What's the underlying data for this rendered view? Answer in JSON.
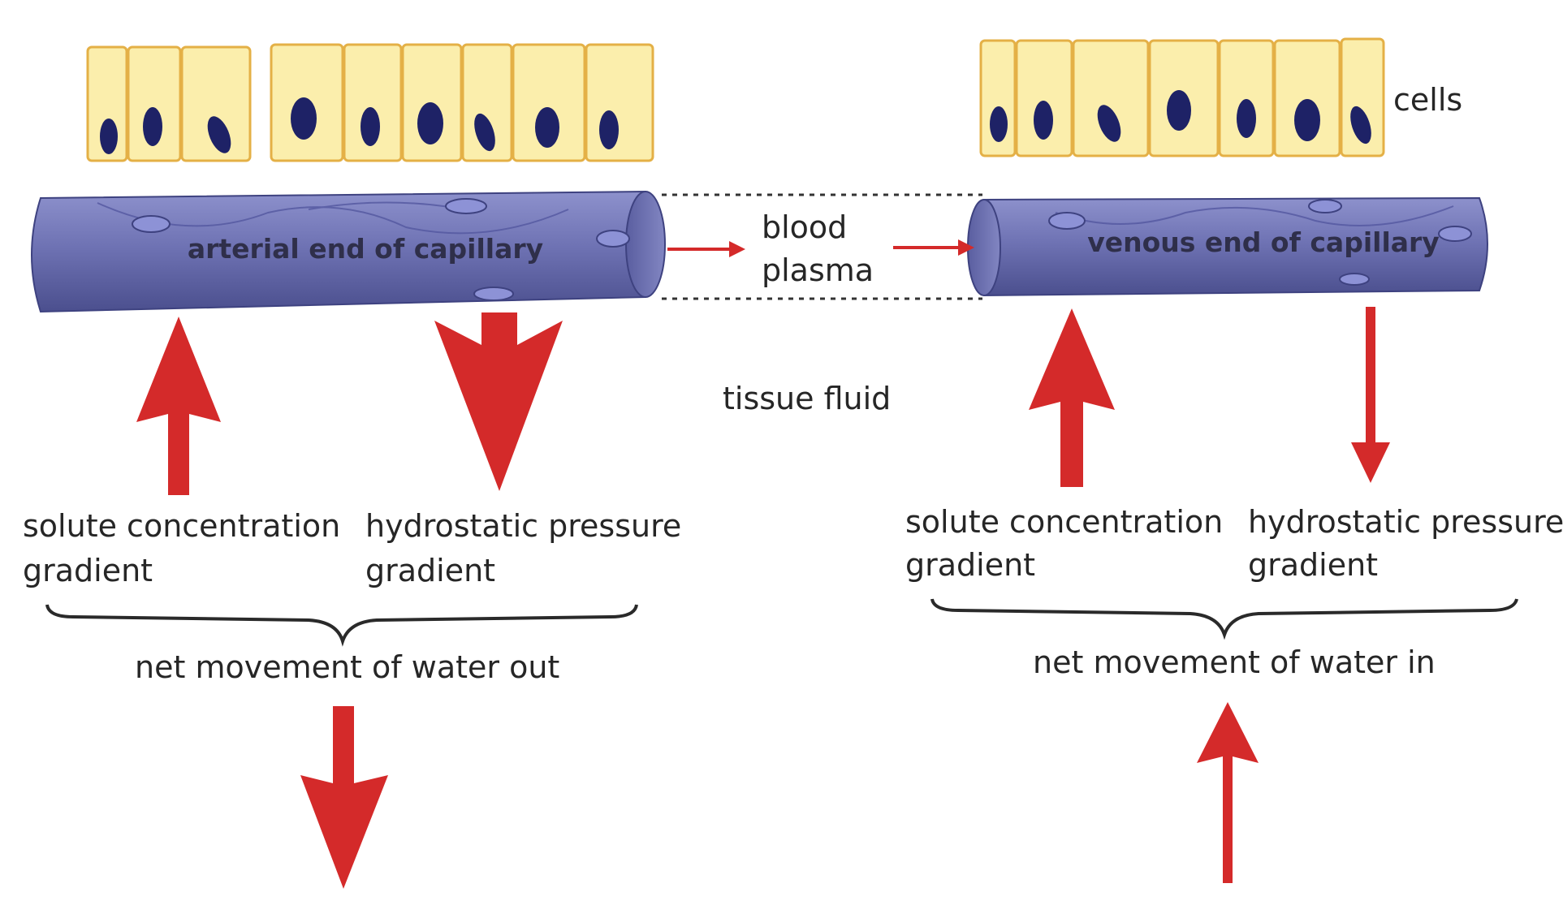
{
  "labels": {
    "cells": "cells",
    "arterial_end": "arterial end of capillary",
    "venous_end": "venous end of capillary",
    "blood": "blood",
    "plasma": "plasma",
    "tissue_fluid": "tissue fluid",
    "left_solute_line1": "solute concentration",
    "left_solute_line2": "gradient",
    "left_hydro_line1": "hydrostatic pressure",
    "left_hydro_line2": "gradient",
    "left_net": "net movement of water out",
    "right_solute_line1": "solute concentration",
    "right_solute_line2": "gradient",
    "right_hydro_line1": "hydrostatic pressure",
    "right_hydro_line2": "gradient",
    "right_net": "net movement of water in"
  },
  "colors": {
    "cell_fill": "#fbeeac",
    "cell_border": "#e4b046",
    "nucleus": "#1e2266",
    "vessel": "#6f73b4",
    "vessel_dark": "#474b8a",
    "arrow_red": "#d42a2a",
    "text": "#262626"
  }
}
